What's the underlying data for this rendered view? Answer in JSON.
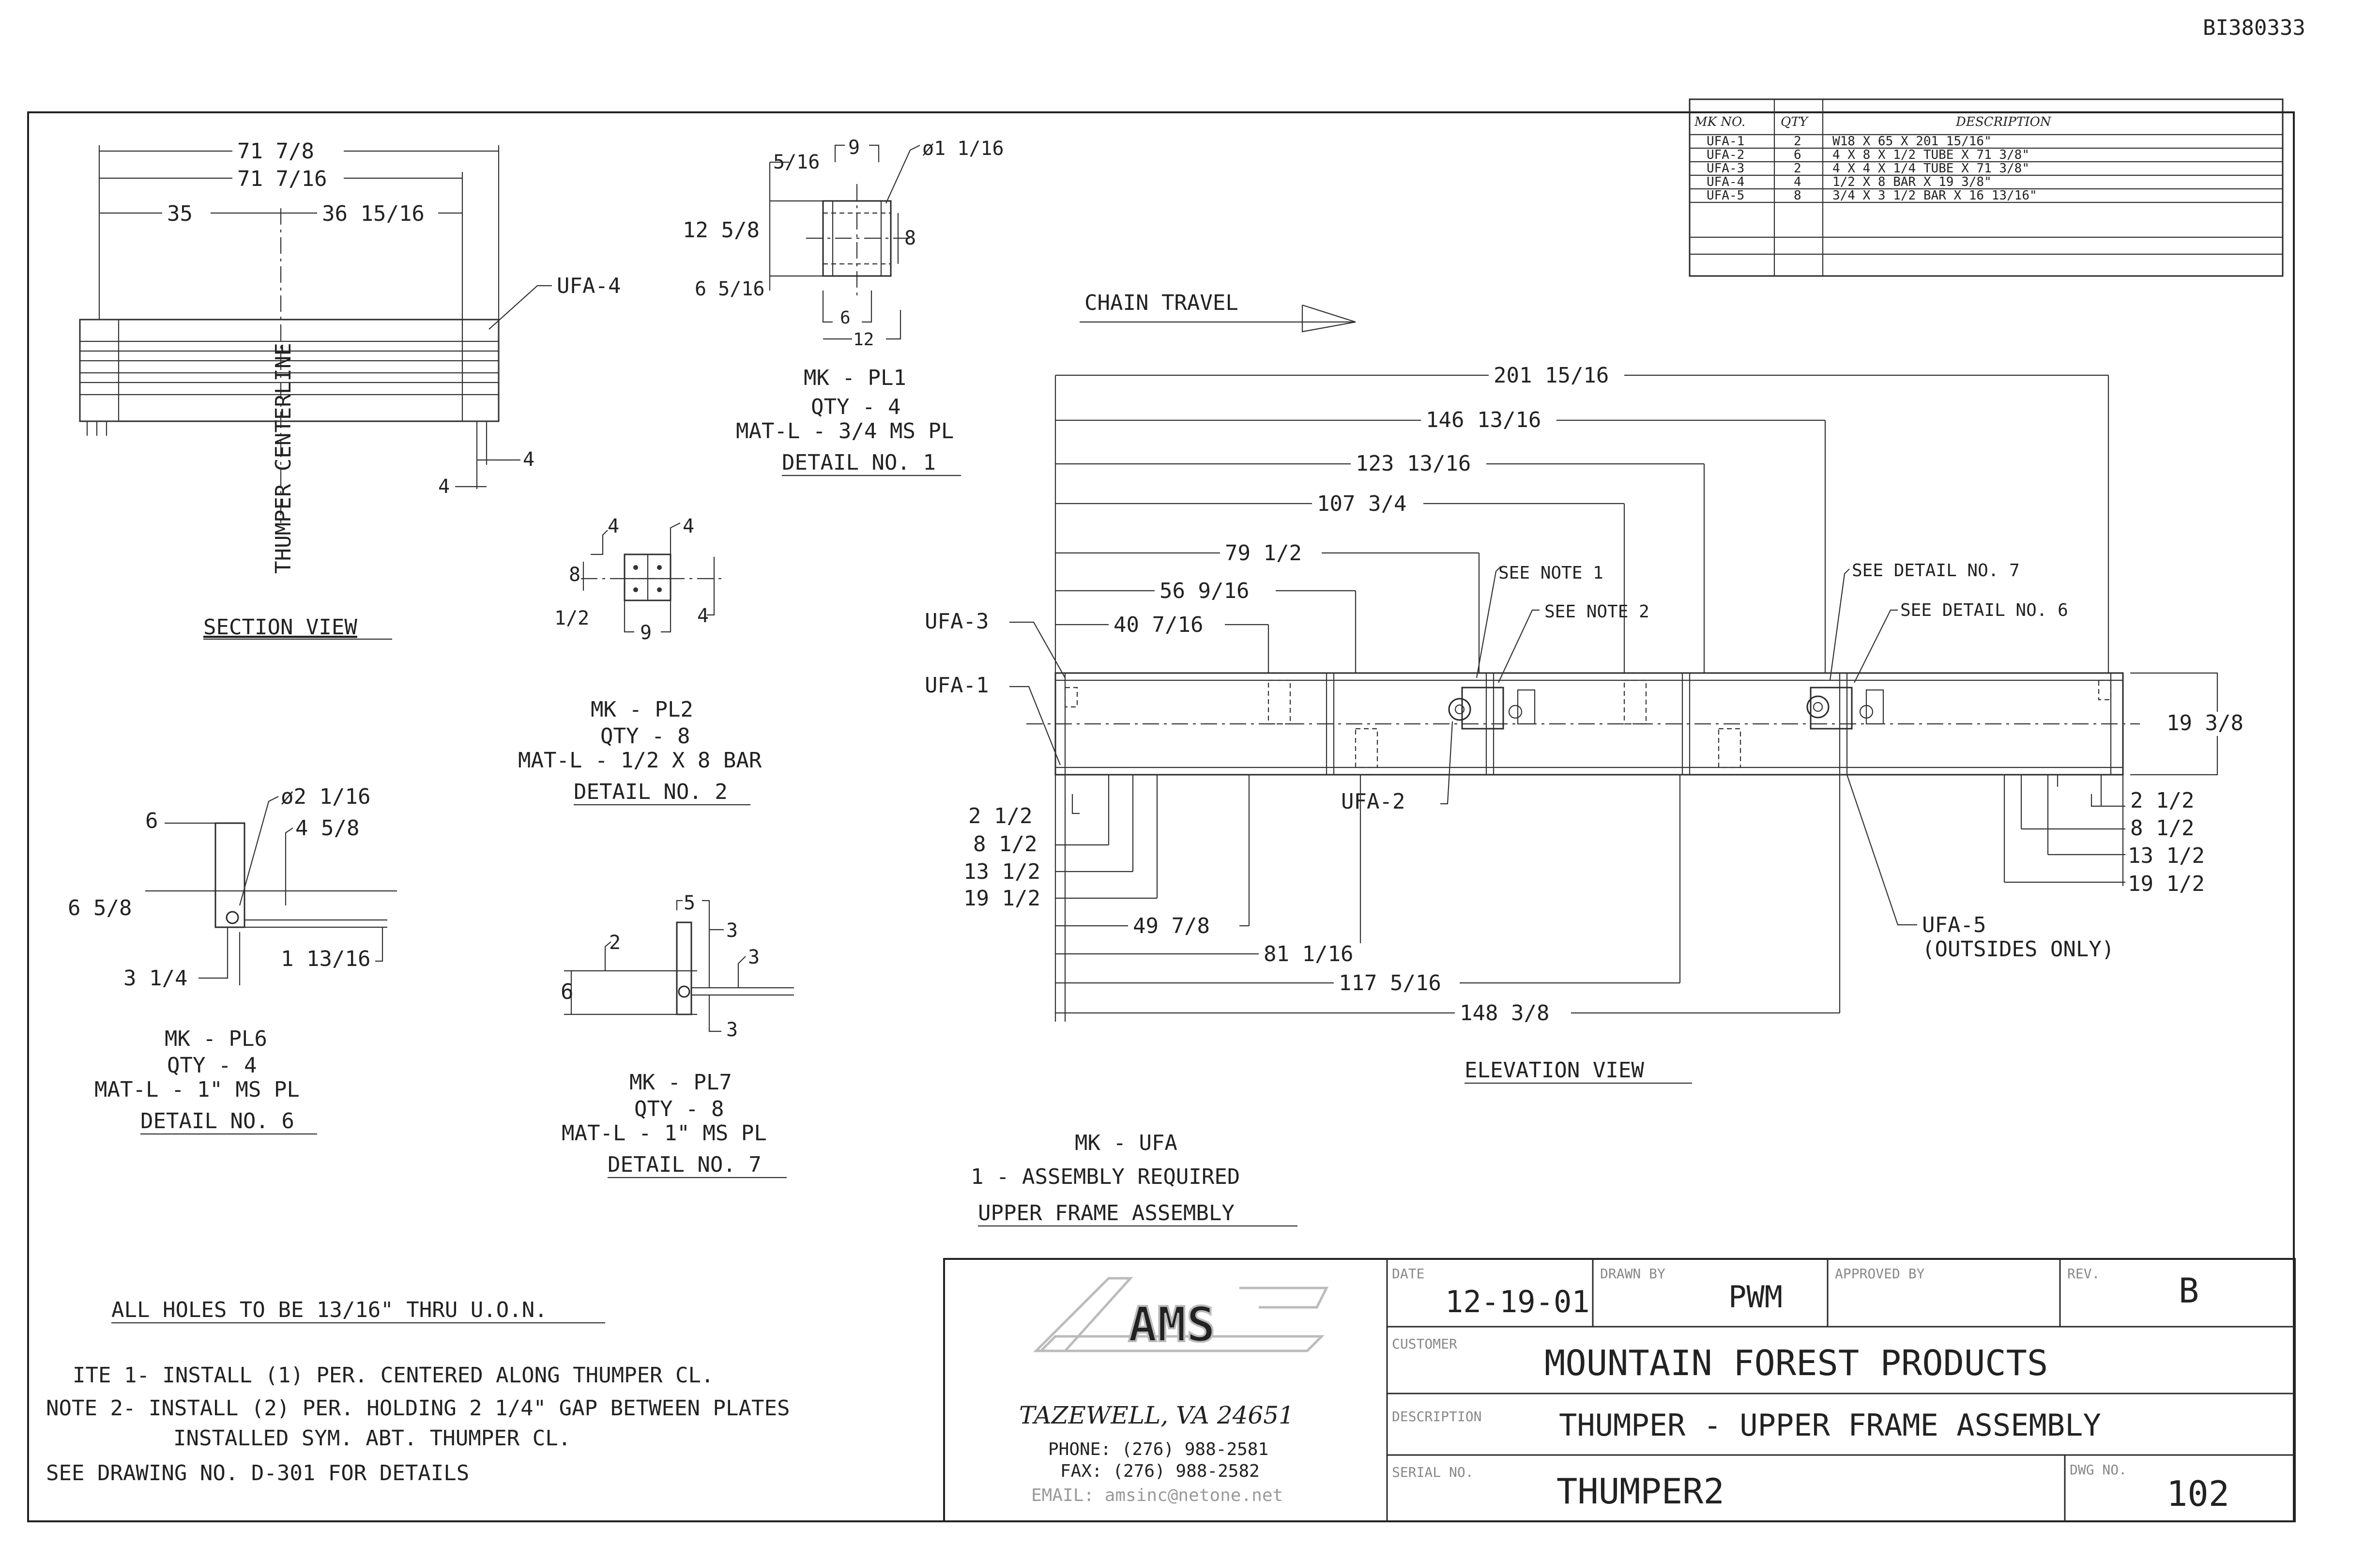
{
  "sheet": {
    "doc_number": "BI380333"
  },
  "bom": {
    "headers": [
      "MK NO.",
      "QTY",
      "DESCRIPTION"
    ],
    "rows": [
      {
        "mk": "UFA-1",
        "qty": "2",
        "desc": "W18 X 65 X 201 15/16\""
      },
      {
        "mk": "UFA-2",
        "qty": "6",
        "desc": "4 X 8 X 1/2 TUBE X 71 3/8\""
      },
      {
        "mk": "UFA-3",
        "qty": "2",
        "desc": "4 X 4 X 1/4 TUBE X 71 3/8\""
      },
      {
        "mk": "UFA-4",
        "qty": "4",
        "desc": "1/2 X 8 BAR X 19 3/8\""
      },
      {
        "mk": "UFA-5",
        "qty": "8",
        "desc": "3/4 X 3 1/2 BAR X 16 13/16\""
      }
    ]
  },
  "section_view": {
    "dims": [
      "71 7/8",
      "71 7/16",
      "35",
      "36 15/16"
    ],
    "callout": "UFA-4",
    "centerline": "THUMPER CENTERLINE",
    "bottom_dims": [
      "4",
      "4"
    ],
    "title": "SECTION VIEW"
  },
  "detail1": {
    "dims": [
      "5/16",
      "9",
      "ø1 1/16",
      "12 5/8",
      "8",
      "6 5/16",
      "6",
      "12"
    ],
    "lines": [
      "MK - PL1",
      "QTY - 4",
      "MAT-L - 3/4 MS PL"
    ],
    "title": "DETAIL NO. 1"
  },
  "detail2": {
    "dims": [
      "4",
      "4",
      "8",
      "1/2",
      "9",
      "4"
    ],
    "lines": [
      "MK - PL2",
      "QTY - 8",
      "MAT-L - 1/2 X 8 BAR"
    ],
    "title": "DETAIL NO. 2"
  },
  "detail6": {
    "dims": [
      "6",
      "ø2 1/16",
      "4 5/8",
      "6 5/8",
      "3 1/4",
      "1 13/16"
    ],
    "lines": [
      "MK - PL6",
      "QTY - 4",
      "MAT-L - 1\" MS PL"
    ],
    "title": "DETAIL NO. 6"
  },
  "detail7": {
    "dims": [
      "5",
      "2",
      "3",
      "3",
      "6",
      "3"
    ],
    "lines": [
      "MK - PL7",
      "QTY - 8",
      "MAT-L - 1\" MS PL"
    ],
    "title": "DETAIL NO. 7"
  },
  "elevation": {
    "chain_travel": "CHAIN TRAVEL",
    "top_dims": [
      "201 15/16",
      "146 13/16",
      "123 13/16",
      "107 3/4",
      "79 1/2",
      "56 9/16",
      "40 7/16"
    ],
    "callouts": [
      "UFA-3",
      "UFA-1",
      "UFA-2",
      "SEE NOTE 1",
      "SEE NOTE 2",
      "SEE DETAIL NO. 7",
      "SEE DETAIL NO. 6",
      "UFA-5",
      "(OUTSIDES ONLY)"
    ],
    "height_dim": "19 3/8",
    "left_dims": [
      "2 1/2",
      "8 1/2",
      "13 1/2",
      "19 1/2"
    ],
    "right_dims": [
      "2 1/2",
      "8 1/2",
      "13 1/2",
      "19 1/2"
    ],
    "bottom_dims": [
      "49 7/8",
      "81 1/16",
      "117 5/16",
      "148 3/8"
    ],
    "title": "ELEVATION VIEW"
  },
  "assembly": {
    "mark": "MK - UFA",
    "required": "1 - ASSEMBLY REQUIRED",
    "title": "UPPER FRAME ASSEMBLY"
  },
  "notes": {
    "holes": "ALL HOLES TO BE 13/16\" THRU U.O.N.",
    "note1": "ITE 1- INSTALL (1) PER. CENTERED ALONG THUMPER CL.",
    "note2a": "NOTE 2- INSTALL (2) PER. HOLDING 2 1/4\" GAP BETWEEN PLATES",
    "note2b": "INSTALLED SYM. ABT. THUMPER CL.",
    "see": "SEE DRAWING NO. D-301 FOR DETAILS"
  },
  "title_block": {
    "logo_text": "AMS",
    "city": "TAZEWELL, VA 24651",
    "phone": "PHONE: (276) 988-2581",
    "fax": "FAX: (276) 988-2582",
    "email": "EMAIL: amsinc@netone.net",
    "date_label": "DATE",
    "date": "12-19-01",
    "drawn_label": "DRAWN BY",
    "drawn": "PWM",
    "approved_label": "APPROVED BY",
    "approved": "",
    "rev_label": "REV.",
    "rev": "B",
    "customer_label": "CUSTOMER",
    "customer": "MOUNTAIN FOREST PRODUCTS",
    "description_label": "DESCRIPTION",
    "description": "THUMPER - UPPER FRAME ASSEMBLY",
    "serial_label": "SERIAL NO.",
    "serial": "THUMPER2",
    "dwg_label": "DWG NO.",
    "dwg": "102"
  }
}
